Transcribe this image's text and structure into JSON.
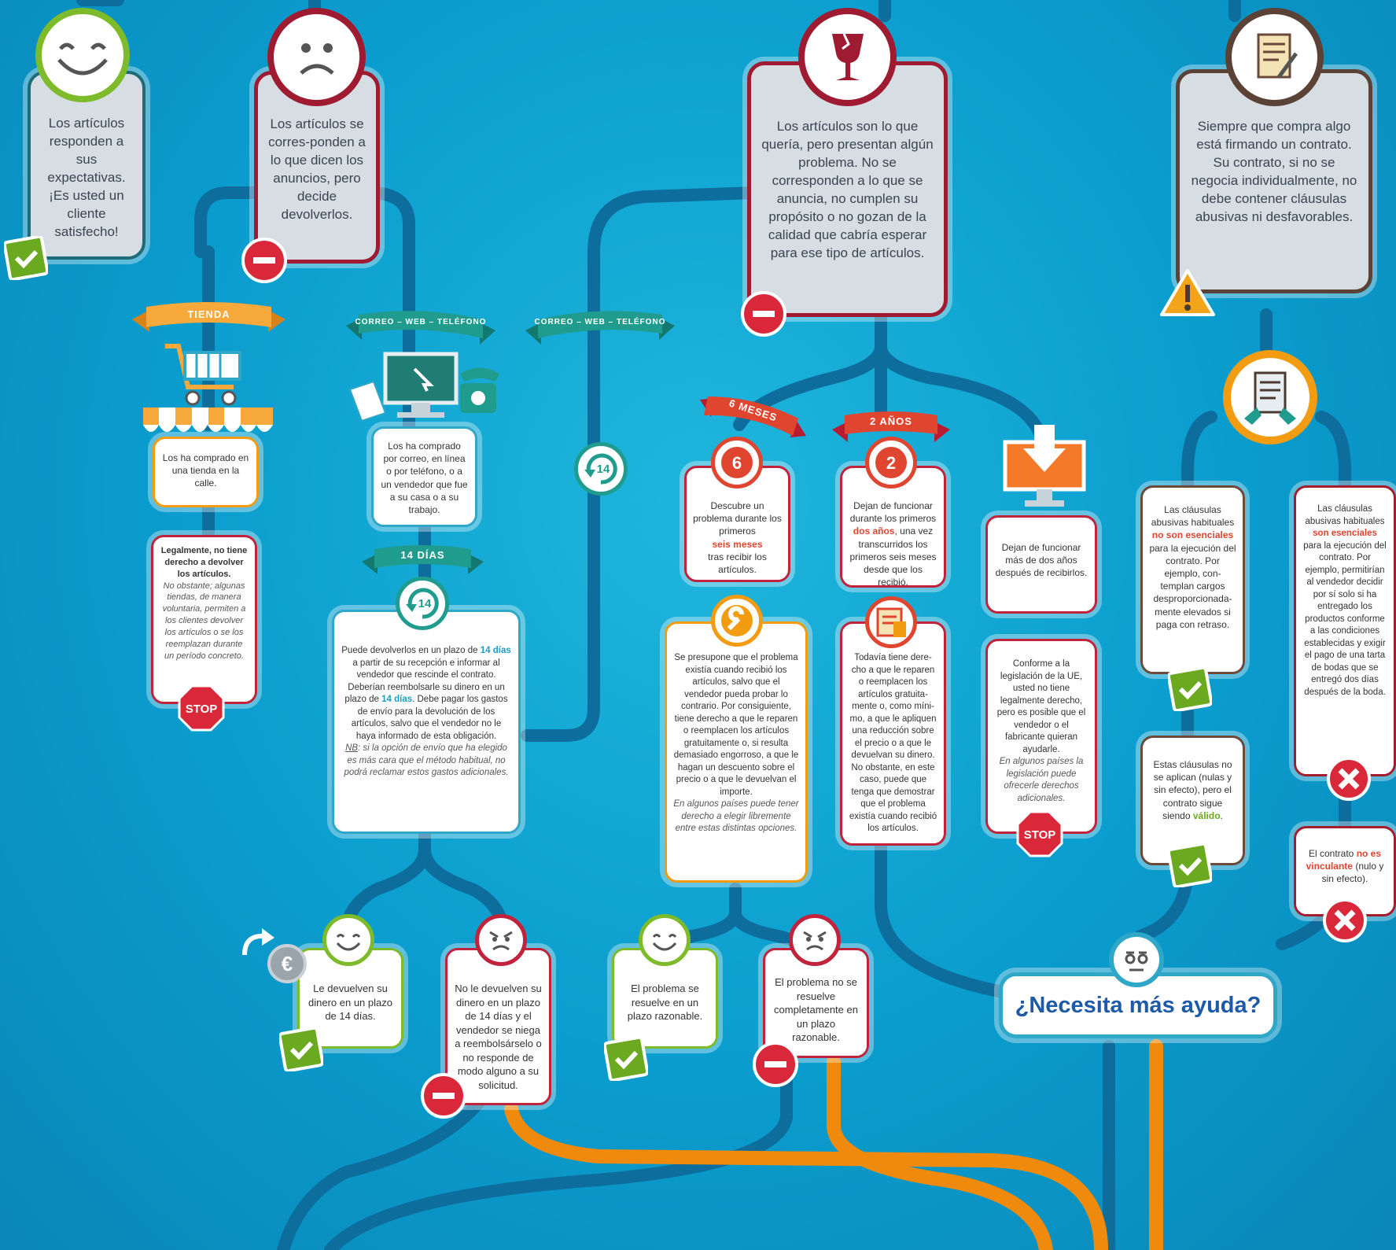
{
  "top": {
    "satisfied": "Los artículos responden a sus expectativas. ¡Es usted un cliente satisfecho!",
    "return": "Los artículos se corres-ponden a lo que dicen los anuncios, pero decide devolverlos.",
    "problem": "Los artículos son lo que quería, pero presentan algún problema. No se corresponden a lo que se anuncia, no cumplen su propósito o no gozan de la calidad que cabría esperar para ese tipo de artículos.",
    "contract": "Siempre que compra algo está firmando un contrato. Su contrato, si no se negocia individualmente, no debe contener cláusulas abusivas ni desfavorables."
  },
  "ribbons": {
    "tienda": "TIENDA",
    "correo1": "CORREO – WEB – TELÉFONO",
    "correo2": "CORREO – WEB – TELÉFONO",
    "dias14": "14 DÍAS",
    "meses6": "6 MESES",
    "anos2": "2 AÑOS"
  },
  "icons": {
    "days14": "14",
    "six": "6",
    "two": "2",
    "stop": "STOP",
    "euro": "€"
  },
  "boxes": {
    "tienda": "Los ha comprado en una tienda en la calle.",
    "tienda_legal_bold": "Legalmente, no tiene derecho a devolver los artículos.",
    "tienda_legal_it": "No obstante; algunas tiendas, de manera voluntaria, permiten a los clientes devolver los artículos o se los reemplazan durante un período concreto.",
    "correo": "Los ha comprado por correo, en línea o por teléfono, o a un vendedor que fue a su casa o a su trabajo.",
    "d14_a": "Puede devolverlos en un plazo de",
    "d14_hl1": "14 días",
    "d14_b": "a partir de su recepción e informar al vendedor que rescinde el contrato. Deberían reembolsarle su dinero en un plazo de",
    "d14_hl2": "14 días",
    "d14_c": ". Debe pagar los gastos de envío para la devolución de los artículos, salvo que el vendedor no le haya informado de esta obligación.",
    "d14_nb": "NB",
    "d14_nb_text": ": si la opción de envío que ha elegido es más cara que el método habitual, no podrá reclamar estos gastos adicionales.",
    "m6_a": "Descubre un problema durante los primeros",
    "m6_hl": "seis meses",
    "m6_b": "tras recibir los artículos.",
    "a2_a": "Dejan de funcionar durante los primeros",
    "a2_hl": "dos años",
    "a2_b": ", una vez transcurridos los primeros seis meses desde que los recibió.",
    "mas2": "Dejan de funcionar más de dos años después de recibirlos.",
    "presupone": "Se presupone que el problema existía cuando recibió los artículos, salvo que el vendedor pueda probar lo contrario. Por consiguiente, tiene derecho a que le reparen o reemplacen los artículos gratuitamente o, si resulta demasiado engorroso, a que le hagan un descuento sobre el precio o a que le devuelvan el importe.",
    "presupone_it": "En algunos países puede tener derecho a elegir libremente entre estas distintas opciones.",
    "todavia": "Todavía tiene dere-cho a que le reparen o reemplacen los artículos gratuita-mente o, como míni-mo, a que le apliquen una reducción sobre el precio o a que le devuelvan su dinero. No obstante, en este caso, puede que tenga que demostrar que el problema existía cuando recibió los artículos.",
    "conforme": "Conforme a la legislación de la UE, usted no tiene legalmente derecho, pero es posible que el vendedor o el fabricante quieran ayudarle.",
    "conforme_it": "En algunos países la legislación puede ofrecerle derechos adicionales.",
    "noes_a": "Las cláusulas abusivas habituales",
    "noes_hl": "no son esenciales",
    "noes_b": "para la ejecución del contrato. Por ejemplo, con-templan cargos desproporcionada-mente elevados si paga con retraso.",
    "es_a": "Las cláusulas abusivas habituales",
    "es_hl": "son esenciales",
    "es_b": "para la ejecución del contrato. Por ejemplo, permitirían al vendedor decidir por sí solo si ha entregado los productos conforme a las condiciones establecidas y exigir el pago de una tarta de bodas que se entregó dos días después de la boda.",
    "valido_a": "Estas cláusulas no se aplican (nulas y sin efecto), pero el contrato sigue siendo",
    "valido_hl": "válido",
    "valido_b": ".",
    "novinc_a": "El contrato",
    "novinc_hl": "no es vinculante",
    "novinc_b": "(nulo y sin efecto).",
    "reembolso": "Le devuelven su dinero en un plazo de 14 días.",
    "noreembolso": "No le devuelven su dinero en un plazo de 14 días y el vendedor se niega a reembolsárselo o no responde de modo alguno a su solicitud.",
    "resuelve": "El problema se resuelve en un plazo razonable.",
    "noresuelve": "El problema no se resuelve completamente en un plazo razonable."
  },
  "help": "¿Necesita más ayuda?",
  "colors": {
    "teal": "#1f6b78",
    "red": "#9e1b32",
    "brown": "#5a4236",
    "orange": "#f39c12",
    "green": "#7dbb2a",
    "line": "#0d6d9c",
    "orangeLine": "#f08a0c"
  }
}
